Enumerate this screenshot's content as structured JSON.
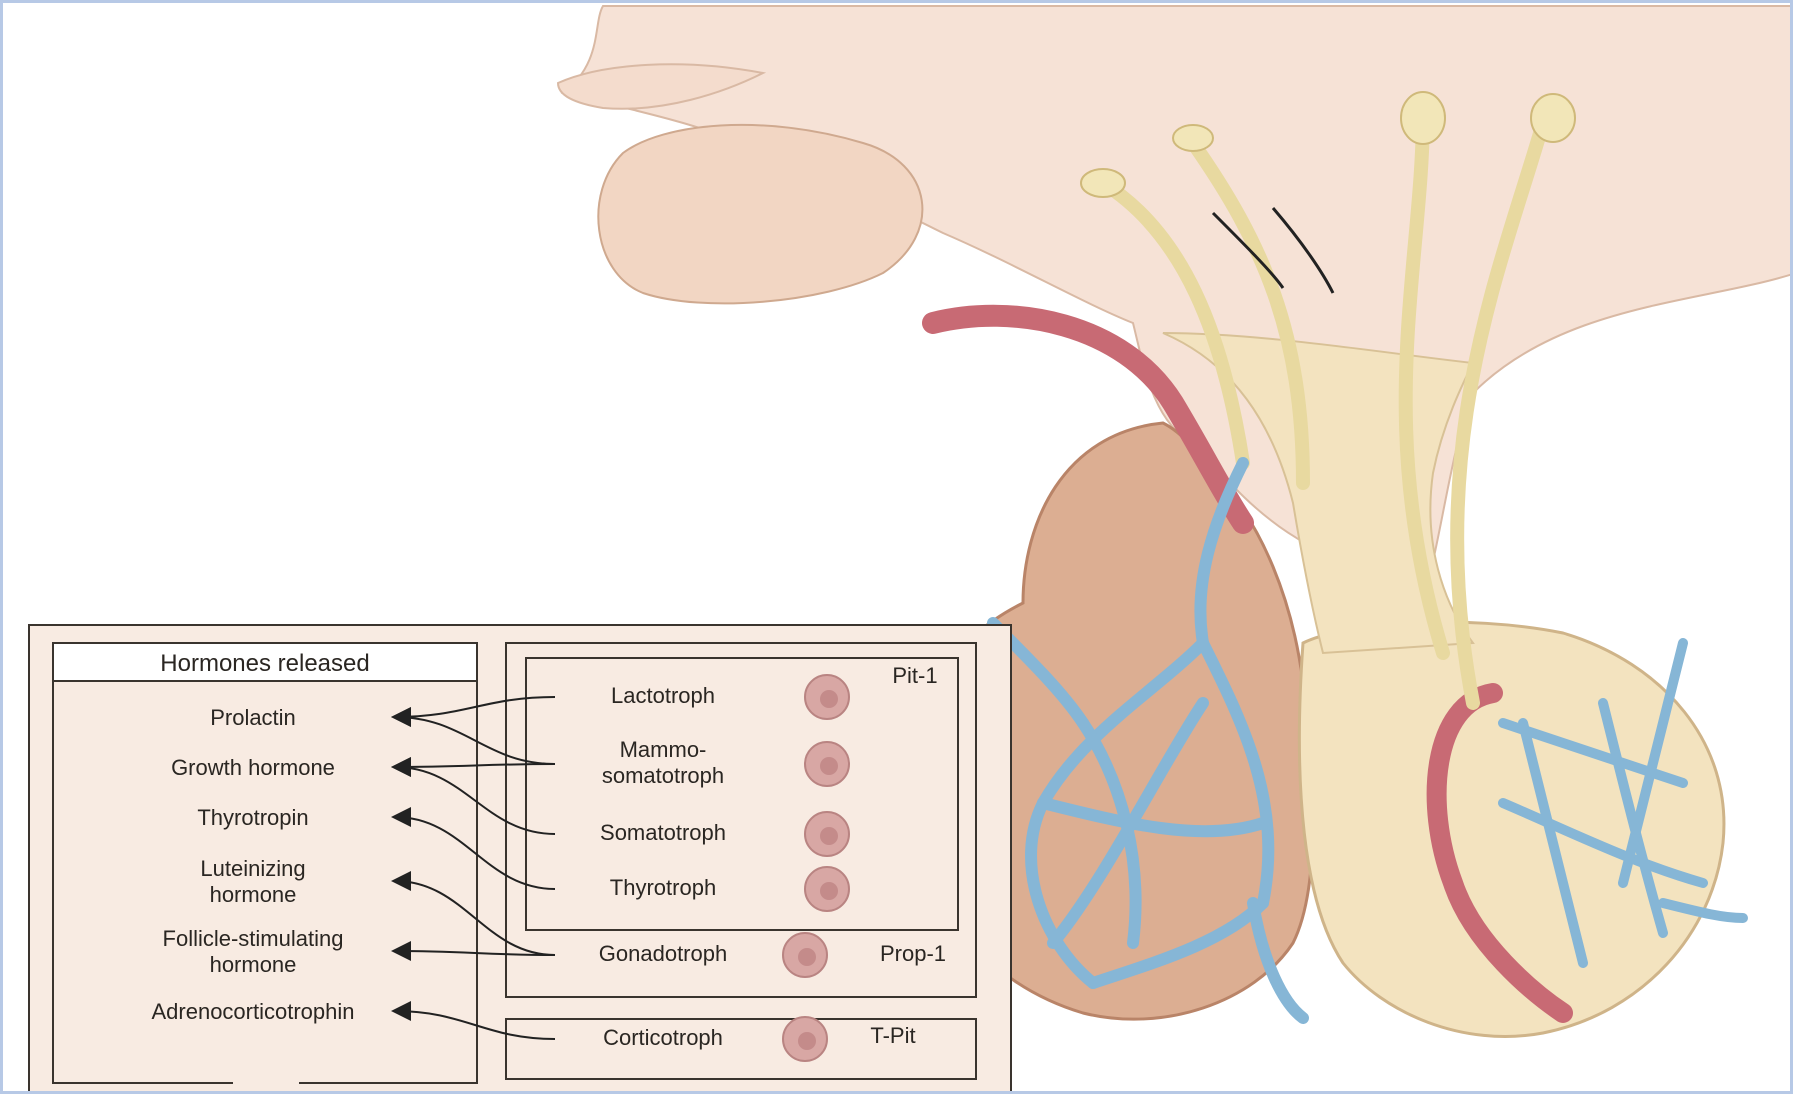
{
  "title": "Hormones released",
  "hormones": [
    [
      "Prolactin"
    ],
    [
      "Growth hormone"
    ],
    [
      "Thyrotropin"
    ],
    [
      "Luteinizing",
      "hormone"
    ],
    [
      "Follicle-stimulating",
      "hormone"
    ],
    [
      "Adrenocorticotrophin"
    ]
  ],
  "cells": [
    [
      "Lactotroph"
    ],
    [
      "Mammo-",
      "somatotroph"
    ],
    [
      "Somatotroph"
    ],
    [
      "Thyrotroph"
    ],
    [
      "Gonadotroph"
    ],
    [
      "Corticotroph"
    ]
  ],
  "factors": {
    "pit1": "Pit-1",
    "prop1": "Prop-1",
    "tpit": "T-Pit"
  },
  "colors": {
    "brain": "#f6e2d6",
    "stalk": "#f3e3bf",
    "anterior": "#dcae92",
    "vein": "#86b6d6",
    "artery": "#c86a74",
    "axon": "#eee2ad",
    "panel": "#f8ebe2",
    "border": "#3a342e"
  }
}
